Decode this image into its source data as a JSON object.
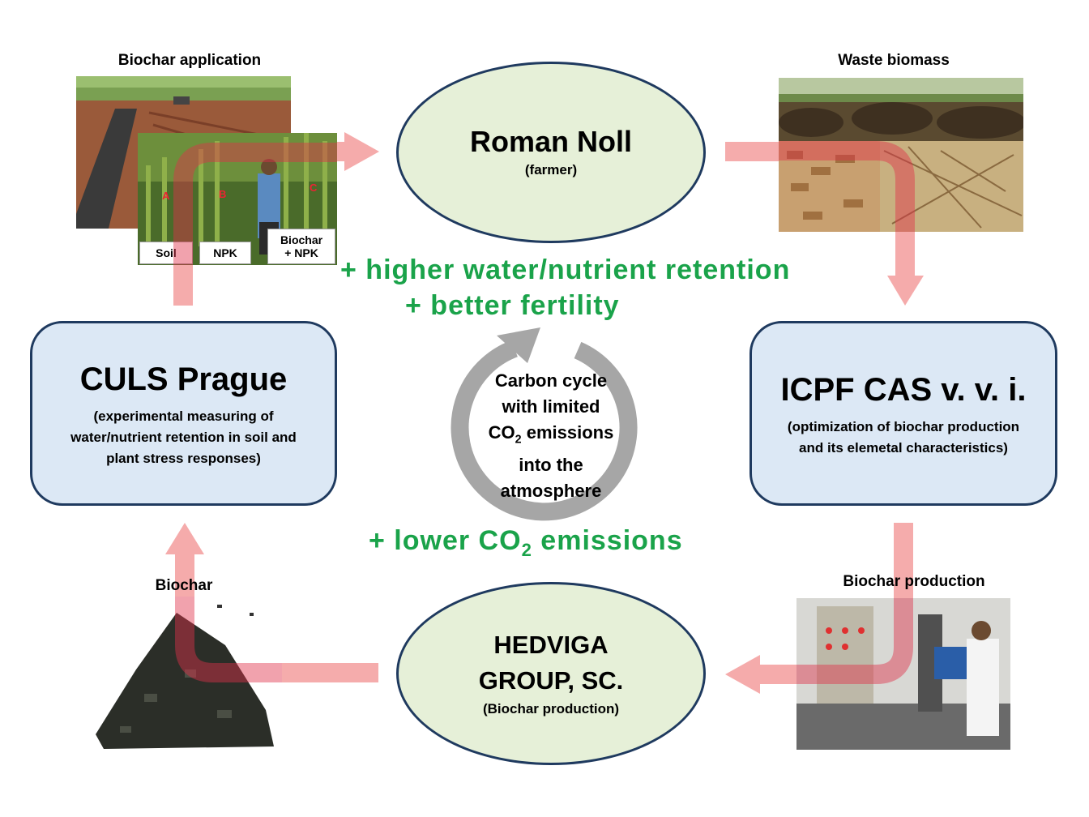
{
  "nodes": {
    "farmer": {
      "title": "Roman Noll",
      "subtitle": "(farmer)"
    },
    "culs": {
      "title": "CULS Prague",
      "subtitle_lines": [
        "(experimental measuring of",
        "water/nutrient retention in soil and",
        "plant stress responses)"
      ]
    },
    "icpf": {
      "title": "ICPF CAS v. v. i.",
      "subtitle_lines": [
        "(optimization of biochar production",
        "and its elemetal characteristics)"
      ]
    },
    "hedviga": {
      "title_lines": [
        "HEDVIGA",
        "GROUP, SC."
      ],
      "subtitle": "(Biochar production)"
    }
  },
  "captions": {
    "biochar_application": "Biochar application",
    "waste_biomass": "Waste biomass",
    "biochar": "Biochar",
    "biochar_production": "Biochar production"
  },
  "plot_labels": {
    "soil": "Soil",
    "npk": "NPK",
    "biochar_npk_line1": "Biochar",
    "biochar_npk_line2": "+ NPK",
    "plot_a": "A",
    "plot_b": "B",
    "plot_c": "C"
  },
  "benefits": {
    "retention": "+ higher water/nutrient  retention",
    "fertility": "+ better fertility",
    "co2_prefix": "+ lower CO",
    "co2_sub": "2",
    "co2_suffix": " emissions"
  },
  "cycle": {
    "line1": "Carbon cycle",
    "line2": "with limited",
    "line3_prefix": "CO",
    "line3_sub": "2",
    "line3_suffix": " emissions",
    "line4": "into the",
    "line5": "atmosphere"
  },
  "colors": {
    "ellipse_fill": "#e6f0d8",
    "box_fill": "#dce8f5",
    "border": "#1f3a5f",
    "benefit_green": "#1aa34a",
    "arrow_pink": "#f4a3a3",
    "cycle_gray": "#a6a6a6"
  }
}
